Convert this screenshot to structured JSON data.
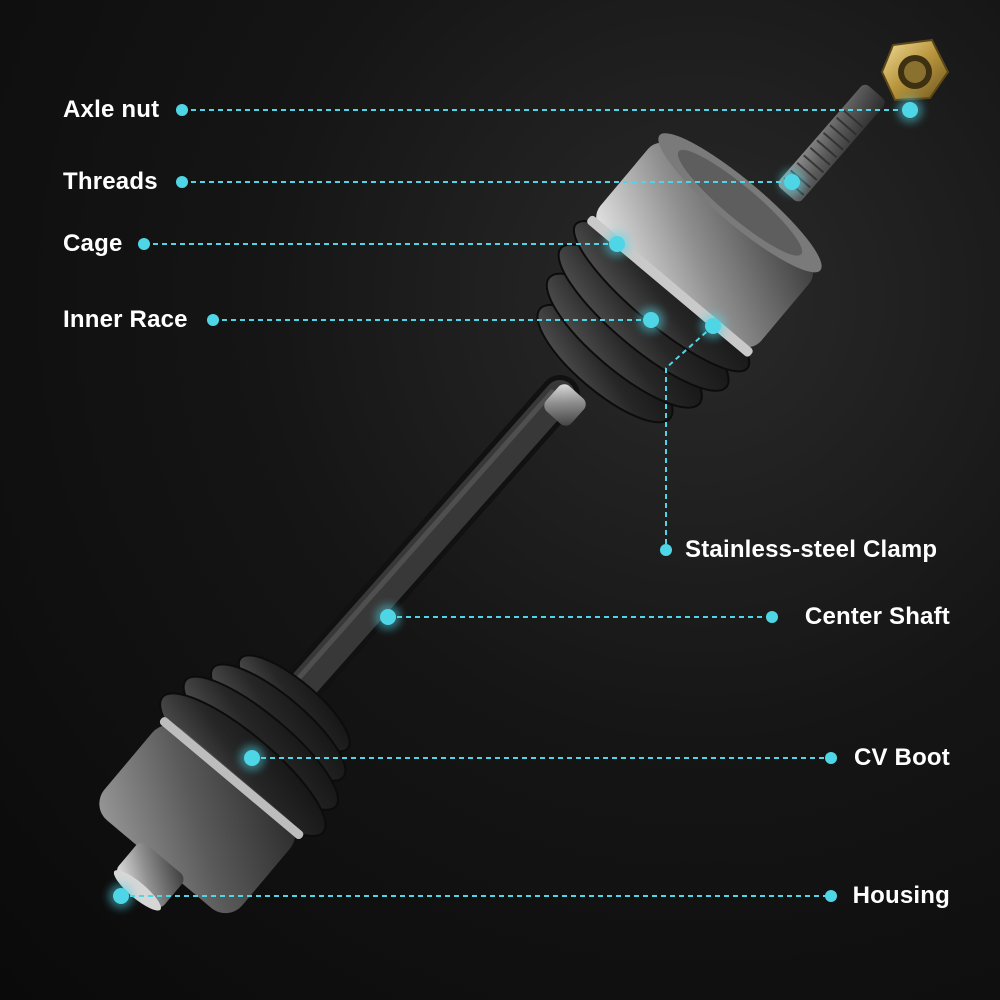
{
  "diagram": {
    "accent_color": "#4fd6e6",
    "labels": {
      "axle_nut": "Axle nut",
      "threads": "Threads",
      "cage": "Cage",
      "inner_race": "Inner Race",
      "stainless_steel_clamp": "Stainless-steel Clamp",
      "center_shaft": "Center Shaft",
      "cv_boot": "CV Boot",
      "housing": "Housing"
    }
  }
}
